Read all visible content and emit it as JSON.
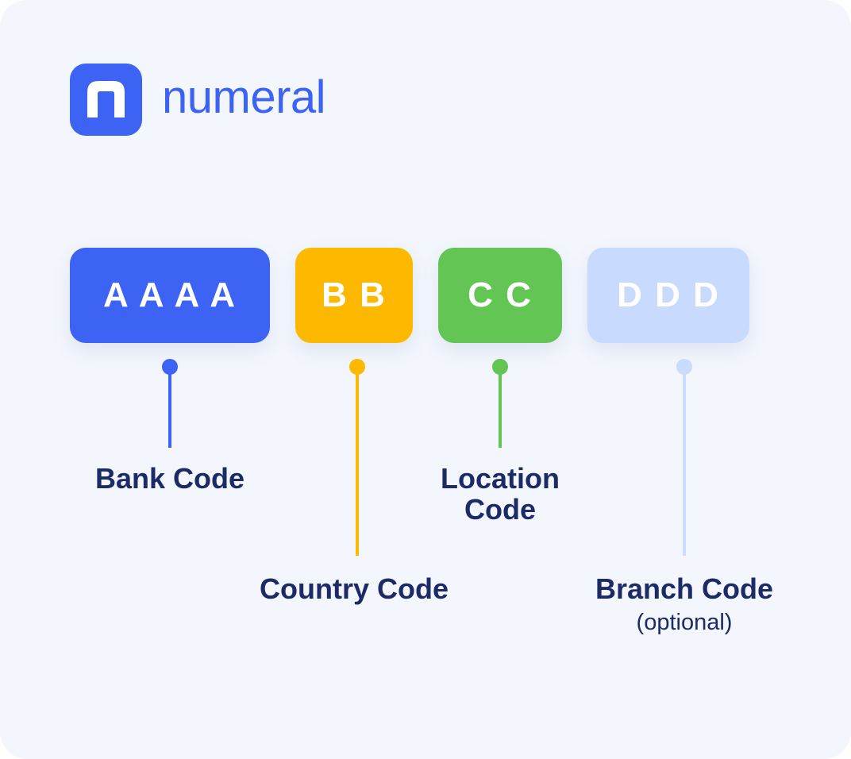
{
  "brand": {
    "name": "numeral",
    "color": "#3d63f4"
  },
  "segments": [
    {
      "code": "A A A A",
      "label": "Bank Code",
      "color": "#3d63f4"
    },
    {
      "code": "B B",
      "label": "Country Code",
      "color": "#fcb900"
    },
    {
      "code": "C C",
      "label": "Location Code",
      "label_line1": "Location",
      "label_line2": "Code",
      "color": "#62c554"
    },
    {
      "code": "D D D",
      "label": "Branch Code",
      "note": "(optional)",
      "color": "#c8dafd",
      "connector_color": "#cadcfb"
    }
  ],
  "colors": {
    "background": "#f3f6fd",
    "label_text": "#1c2a66"
  }
}
